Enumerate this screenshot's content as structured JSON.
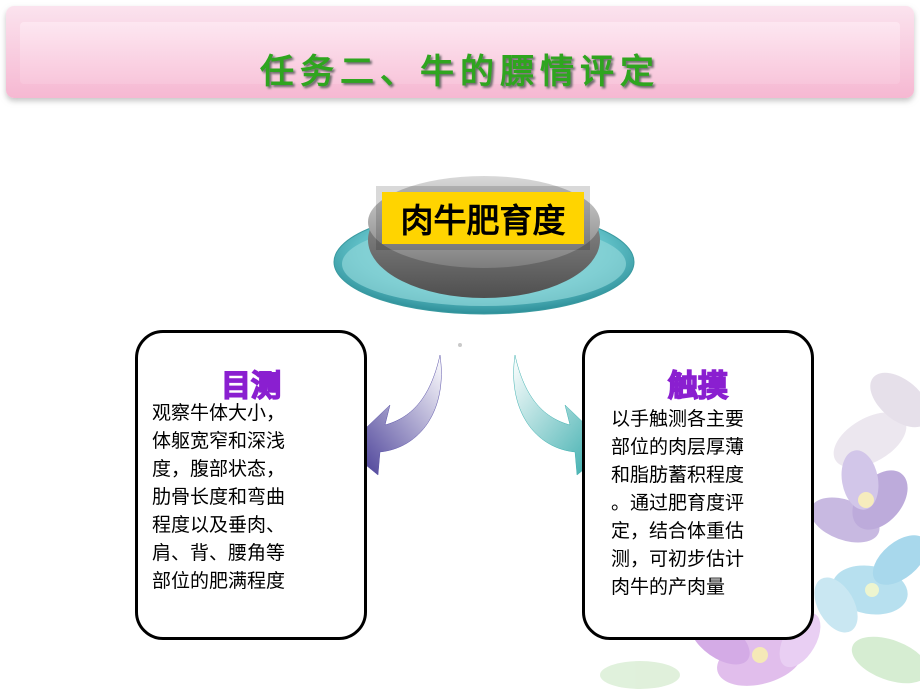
{
  "header": {
    "title": "任务二、牛的膘情评定"
  },
  "hub": {
    "label": "肉牛肥育度"
  },
  "left_card": {
    "title": "目测",
    "lines": [
      "观察牛体大小，",
      "体躯宽窄和深浅",
      "度，腹部状态，",
      "肋骨长度和弯曲",
      "程度以及垂肉、",
      "肩、背、腰角等",
      "部位的肥满程度"
    ]
  },
  "right_card": {
    "title": "触摸",
    "lines": [
      "以手触测各主要",
      "部位的肉层厚薄",
      "和脂肪蓄积程度",
      "。通过肥育度评",
      "定，结合体重估",
      "测，可初步估计",
      "肉牛的产肉量"
    ]
  },
  "colors": {
    "title_green": "#2fa51f",
    "hub_yellow": "#ffd400",
    "card_title_purple": "#8a1fd0",
    "arrow_left": "#4b3f9e",
    "arrow_right": "#3bb4b0"
  }
}
